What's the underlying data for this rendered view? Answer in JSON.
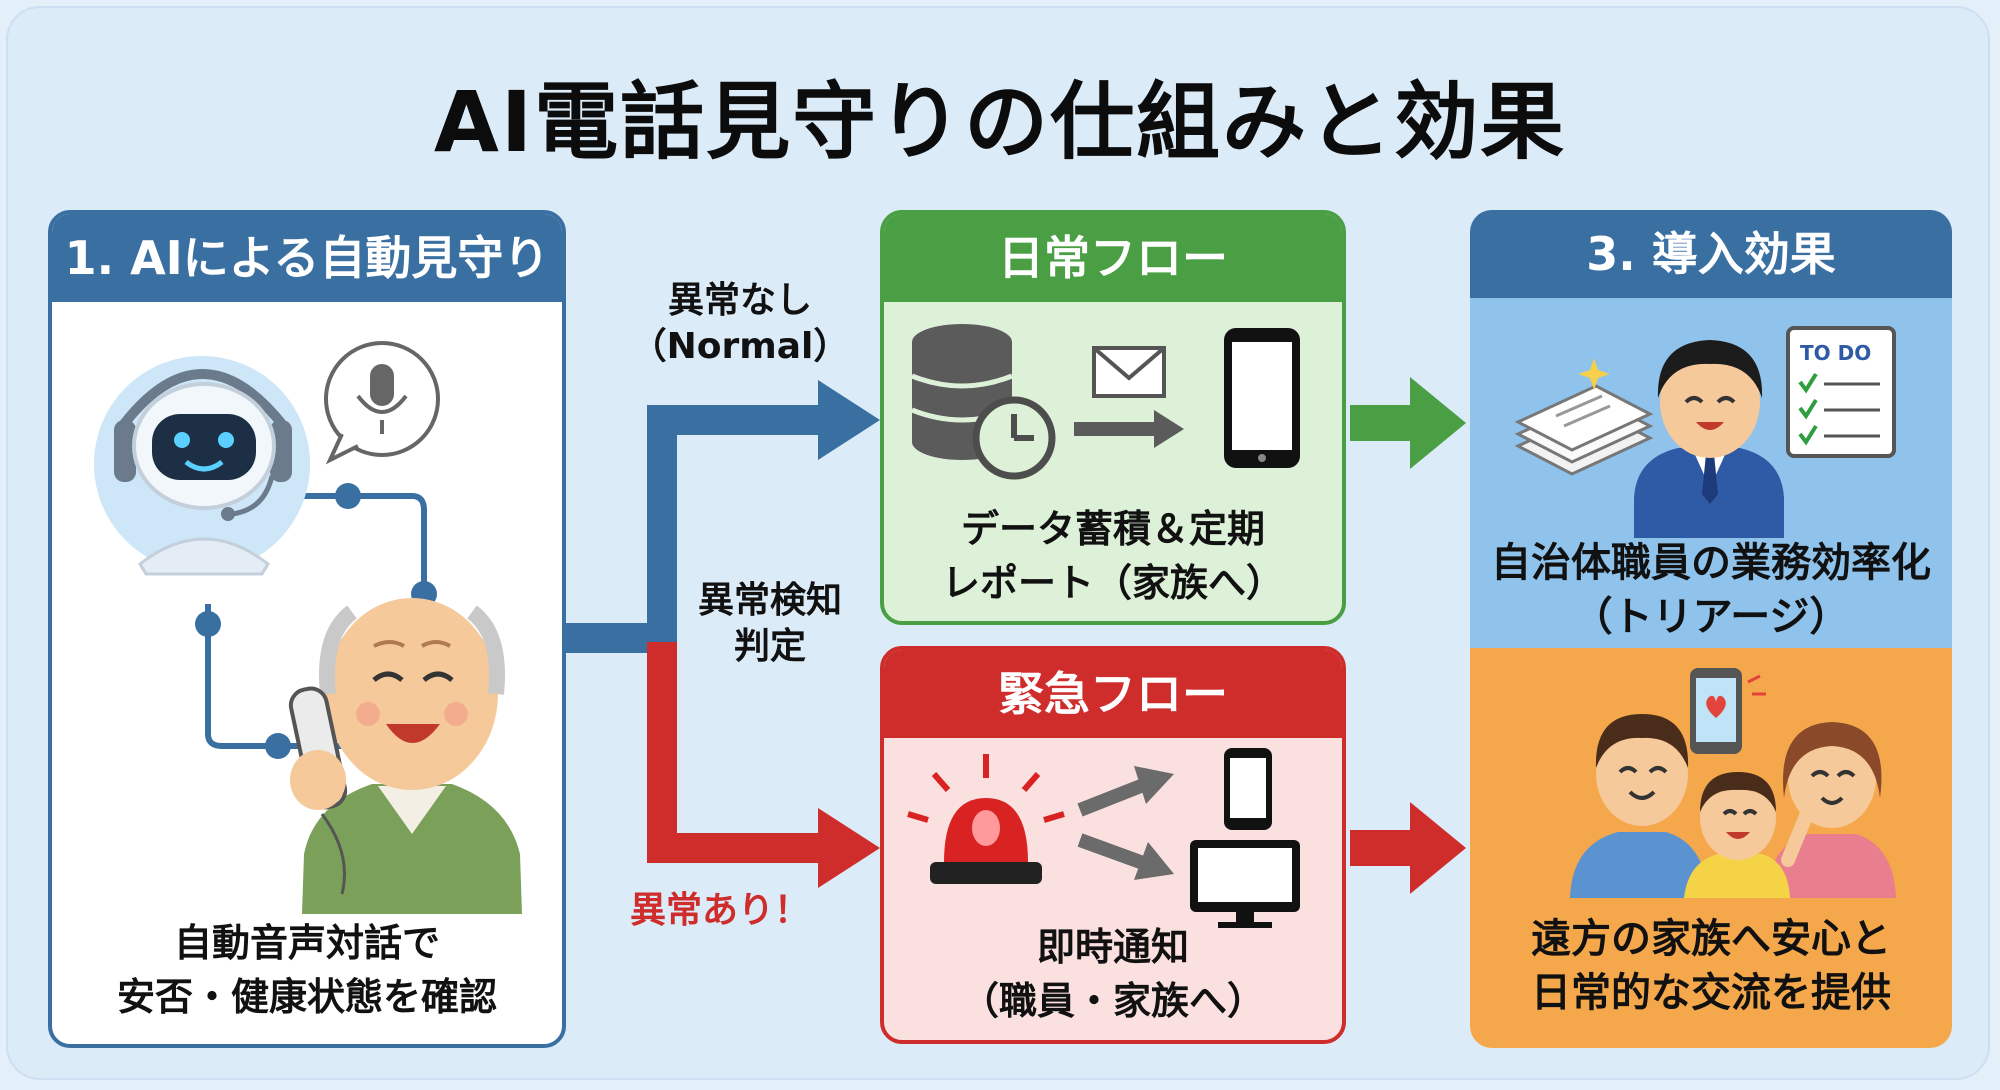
{
  "title": "AI電話見守りの仕組みと効果",
  "step1": {
    "heading": "1. AIによる自動見守り",
    "caption_line1": "自動音声対話で",
    "caption_line2": "安否・健康状態を確認"
  },
  "flow_labels": {
    "normal_line1": "異常なし",
    "normal_line2": "（Normal）",
    "detect_line1": "異常検知",
    "detect_line2": "判定",
    "alert": "異常あり！"
  },
  "daily_flow": {
    "heading": "日常フロー",
    "caption_line1": "データ蓄積＆定期",
    "caption_line2": "レポート（家族へ）"
  },
  "emergency_flow": {
    "heading": "緊急フロー",
    "caption_line1": "即時通知",
    "caption_line2": "（職員・家族へ）"
  },
  "step3": {
    "heading": "3. 導入効果",
    "todo_label": "TO DO",
    "effect1_line1": "自治体職員の業務効率化",
    "effect1_line2": "（トリアージ）",
    "effect2_line1": "遠方の家族へ安心と",
    "effect2_line2": "日常的な交流を提供"
  },
  "colors": {
    "blue": "#3a6fa2",
    "green": "#4a9e44",
    "red": "#cf2c2c",
    "light_blue": "#8fc3ec",
    "orange": "#f5a84b"
  },
  "icons": [
    "robot-icon",
    "microphone-icon",
    "elderly-man-icon",
    "database-icon",
    "clock-icon",
    "envelope-icon",
    "smartphone-icon",
    "siren-icon",
    "monitor-icon",
    "documents-icon",
    "officer-icon",
    "todo-list-icon",
    "family-icon",
    "heart-phone-icon"
  ]
}
